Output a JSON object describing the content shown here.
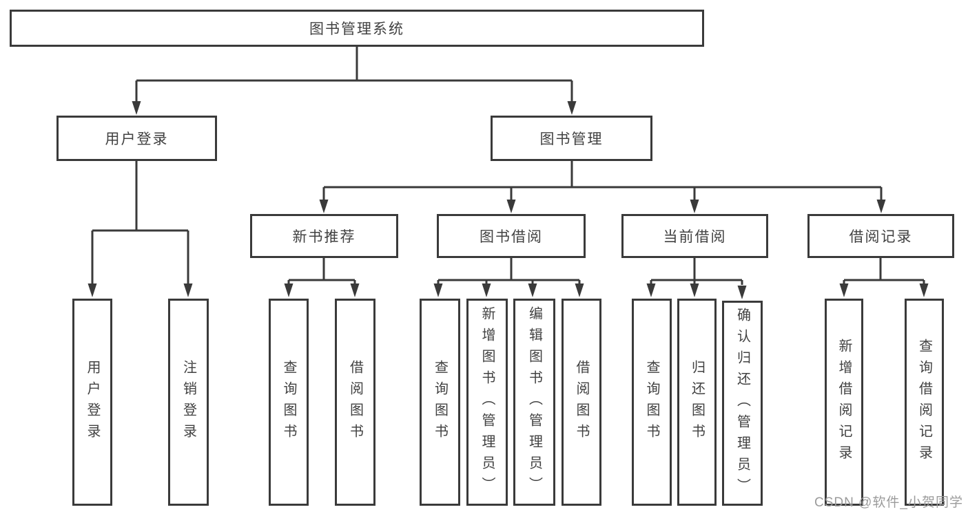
{
  "diagram": {
    "title": "图书管理系统",
    "branches": {
      "user_login": {
        "label": "用户登录",
        "children": [
          "用户登录",
          "注销登录"
        ]
      },
      "book_mgmt": {
        "label": "图书管理",
        "sections": {
          "new_book_rec": {
            "label": "新书推荐",
            "children": [
              "查询图书",
              "借阅图书"
            ]
          },
          "book_borrow": {
            "label": "图书借阅",
            "children": [
              "查询图书",
              "新增图书（管理员）",
              "编辑图书（管理员）",
              "借阅图书"
            ]
          },
          "current_borrow": {
            "label": "当前借阅",
            "children": [
              "查询图书",
              "归还图书",
              "确认归还（管理员）"
            ]
          },
          "borrow_records": {
            "label": "借阅记录",
            "children": [
              "新增借阅记录",
              "查询借阅记录"
            ]
          }
        }
      }
    }
  },
  "watermark": {
    "text": "CSDN @软件_小贺同学",
    "color": "#9b9b9b"
  },
  "colors": {
    "line": "#3a3a3a",
    "box_border": "#3a3a3a",
    "text": "#414141",
    "background": "#ffffff"
  }
}
